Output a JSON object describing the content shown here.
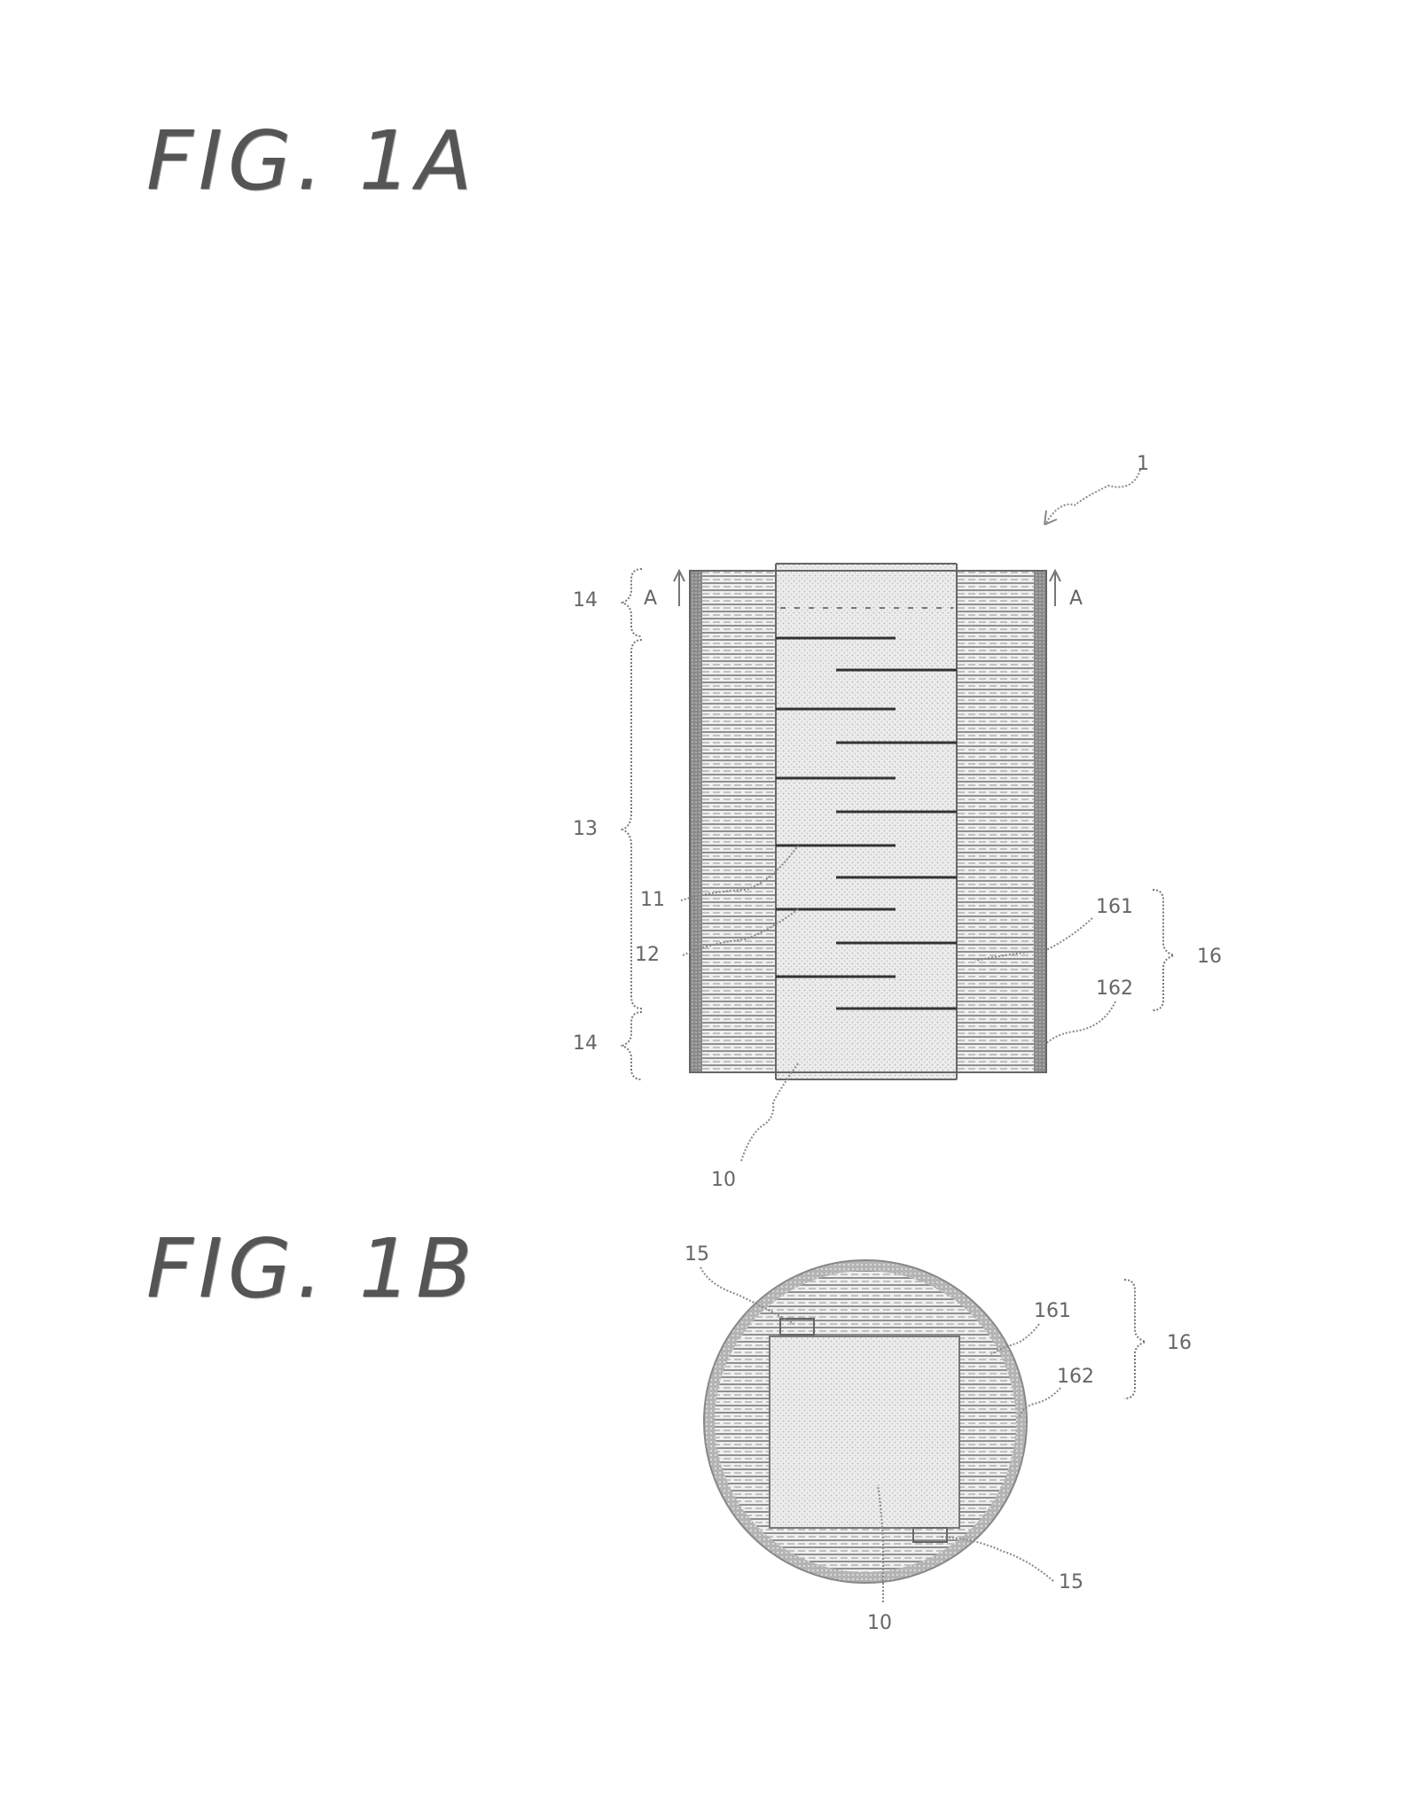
{
  "figures": {
    "fig1a_title": "FIG. 1A",
    "fig1b_title": "FIG. 1B"
  },
  "labels": {
    "device": "1",
    "section_a_left": "A",
    "section_a_right": "A",
    "region_14_top": "14",
    "region_13": "13",
    "region_14_bottom": "14",
    "electrode_11": "11",
    "electrode_12": "12",
    "body_10_a": "10",
    "layer_161_a": "161",
    "layer_162_a": "162",
    "group_16_a": "16",
    "corner_15_top": "15",
    "corner_15_bottom": "15",
    "body_10_b": "10",
    "layer_161_b": "161",
    "layer_162_b": "162",
    "group_16_b": "16"
  },
  "colors": {
    "ink": "#666666",
    "body_fill": "#e2e2e2",
    "inner_layer": "#d6d6d6",
    "outer_layer": "#9a9a9a"
  }
}
